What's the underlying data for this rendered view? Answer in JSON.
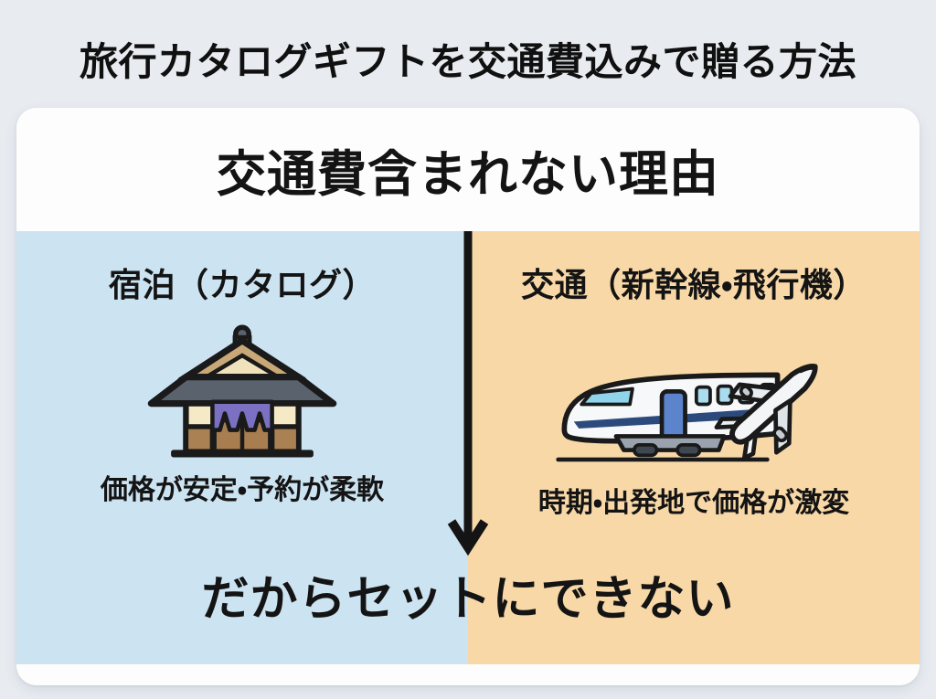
{
  "page": {
    "title": "旅行カタログギフトを交通費込みで贈る方法",
    "bg_color": "#e8ecf1"
  },
  "card": {
    "heading": "交通費含まれない理由",
    "bg_color": "#fdfdfd",
    "left_panel": {
      "header": "宿泊（カタログ）",
      "icon": "ryokan-icon",
      "caption": "価格が安定・予約が柔軟",
      "bg_color": "#cce3f1"
    },
    "right_panel": {
      "header": "交通（新幹線・飛行機）",
      "icon": "shinkansen-airplane-icon",
      "caption": "時期・出発地で価格が激変",
      "bg_color": "#f8d8a7"
    },
    "divider_arrow": {
      "icon": "down-arrow-icon",
      "color": "#141414"
    },
    "conclusion": "だからセットにできない"
  },
  "colors": {
    "text": "#141414",
    "roof_gray": "#5a626e",
    "gable_tan": "#c9a877",
    "wall_cream": "#f5e9c6",
    "wood_brown": "#aa8153",
    "noren_purple": "#7a71c3",
    "train_stripe_blue": "#2c4a7c",
    "train_door_blue": "#5b84cc",
    "window_lightblue": "#a8dcee"
  }
}
